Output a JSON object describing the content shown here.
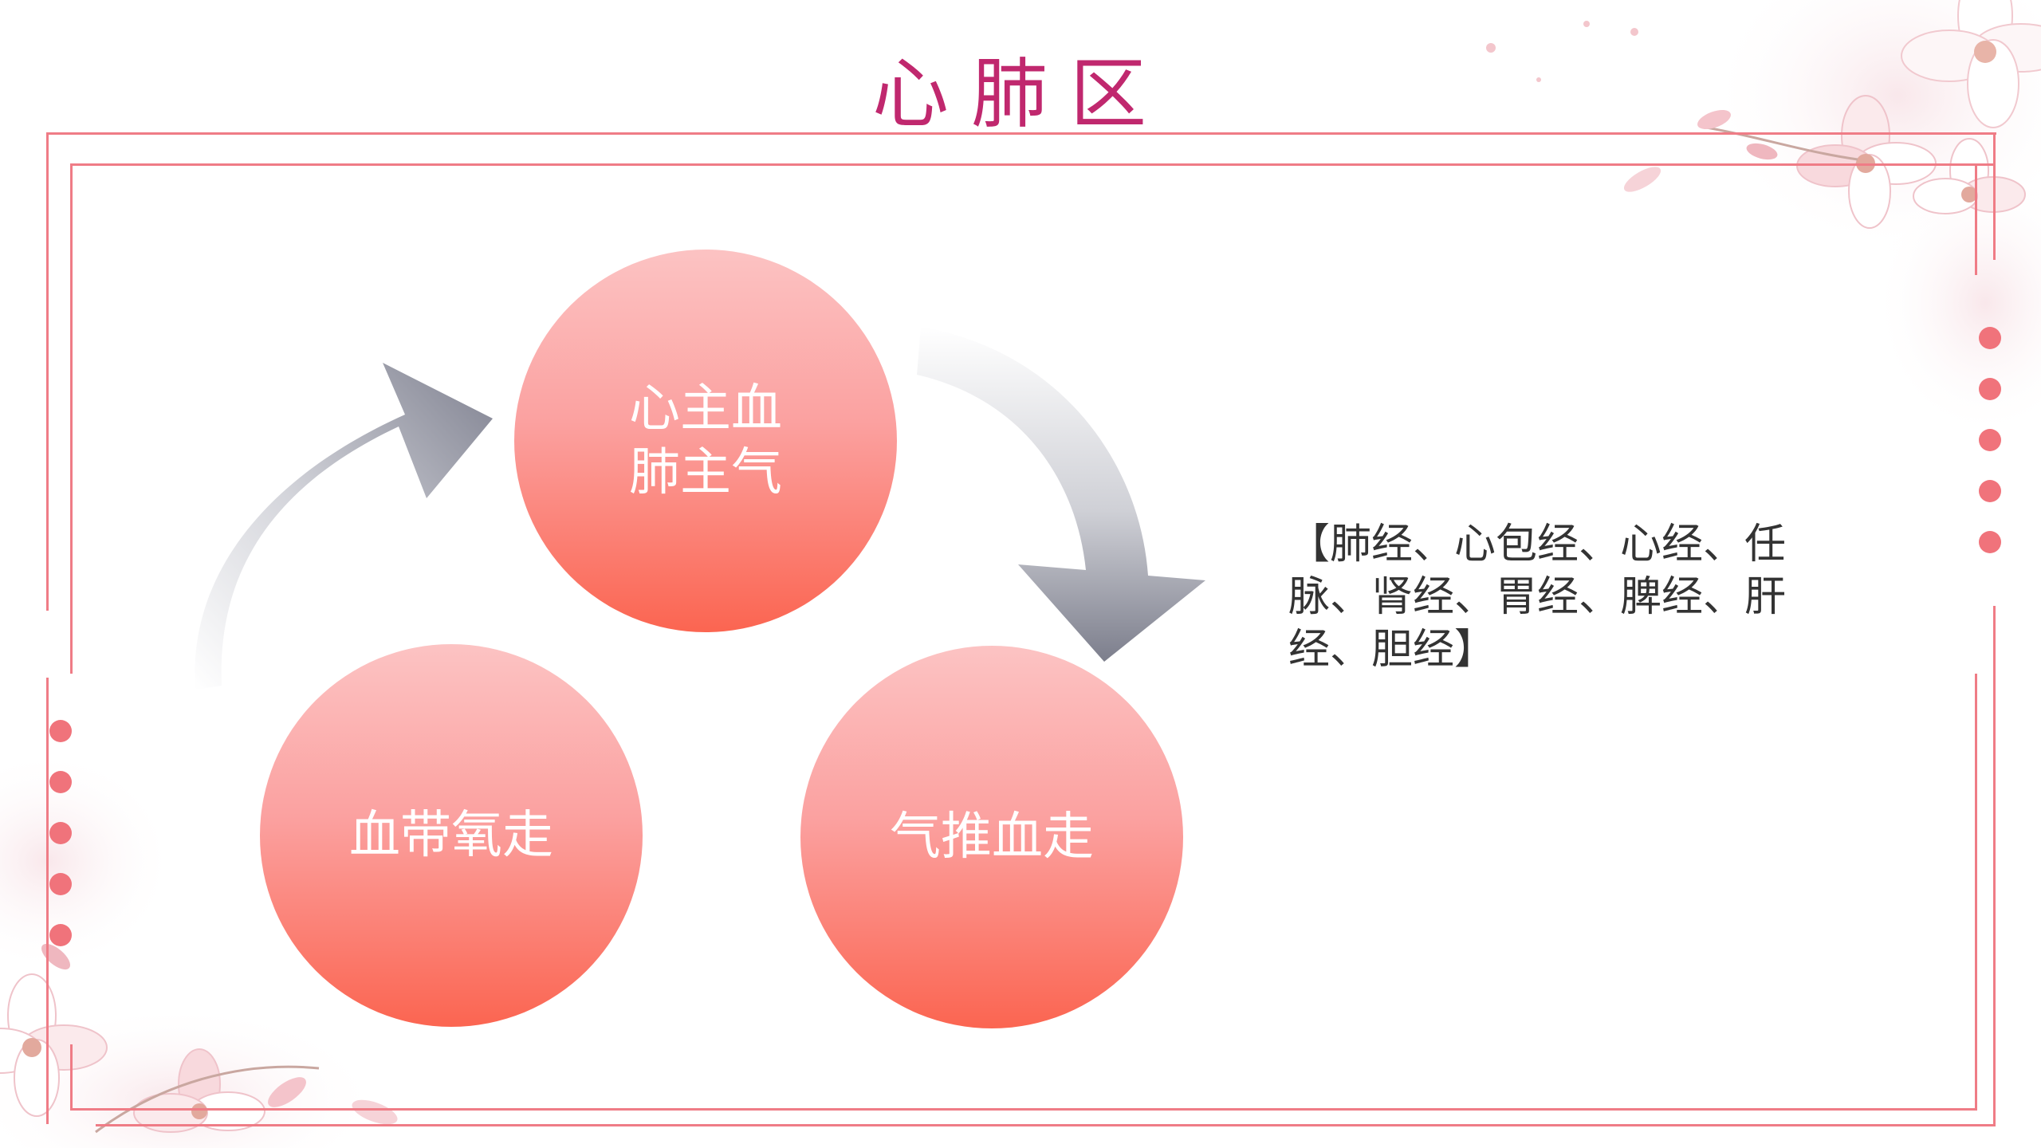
{
  "title": "心肺区",
  "circles": {
    "top": "心主血\n肺主气",
    "bottom_left": "血带氧走",
    "bottom_right": "气推血走"
  },
  "meridians": "【肺经、心包经、心经、任脉、肾经、胃经、脾经、肝经、胆经】",
  "colors": {
    "title": "#c0286e",
    "frame": "#ef7c86",
    "dot": "#f0737b",
    "circle_top": "#fcc3c3",
    "circle_bottom": "#fb6551",
    "arrow": "#8f919e"
  }
}
